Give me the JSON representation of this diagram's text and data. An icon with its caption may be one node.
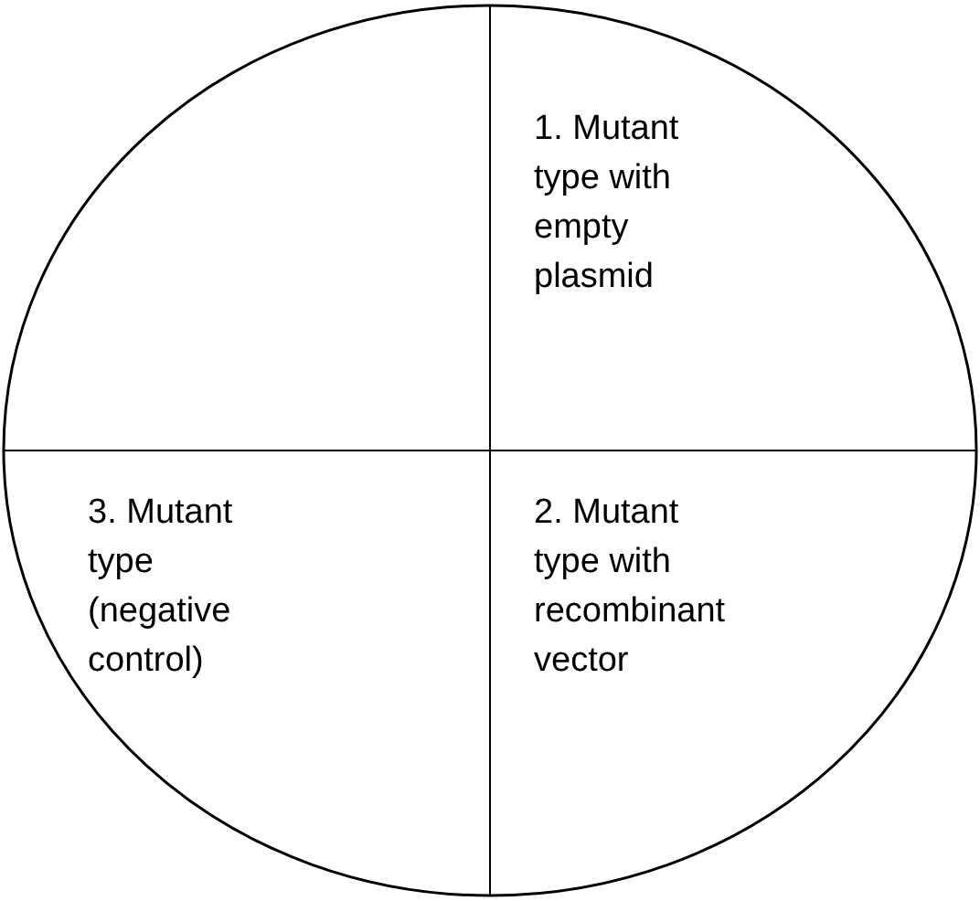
{
  "diagram": {
    "nodes": [
      {
        "text": [],
        "shape": "circle"
      },
      {
        "text": [
          "1. Mutant type with empty plasmid"
        ],
        "in": 0
      },
      {
        "text": [
          "3. Mutant type (negative control)"
        ],
        "in": 0
      },
      {
        "text": [
          "2. Mutant type with recombinant vector"
        ],
        "in": 0
      }
    ]
  }
}
